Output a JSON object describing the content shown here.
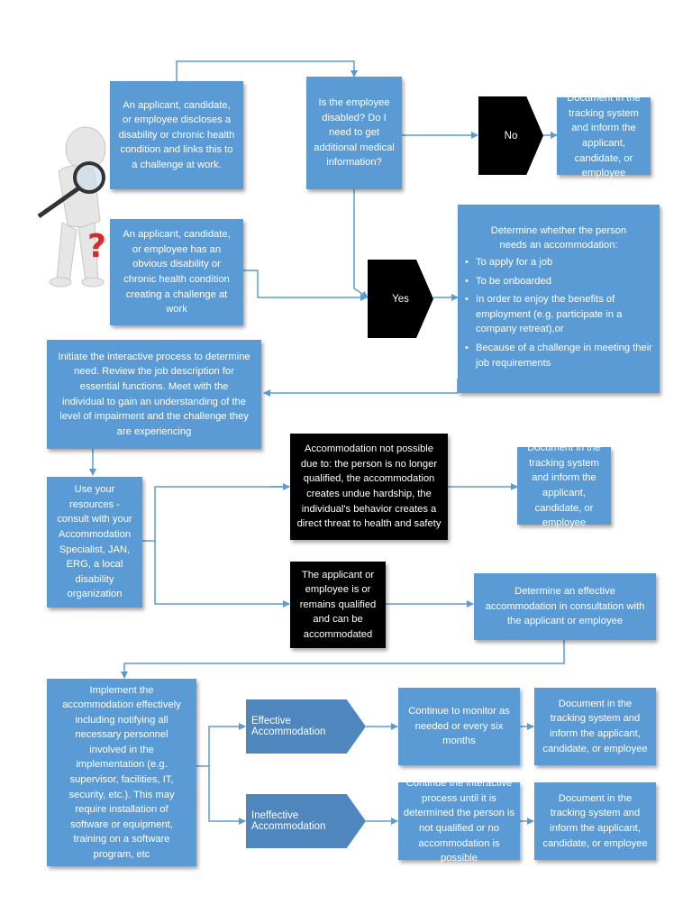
{
  "colors": {
    "box": "#5b9bd5",
    "line": "#5b9bd5",
    "dark": "#000000",
    "pentagon": "#4f86be",
    "question_mark": "#d92b2b"
  },
  "illustration": {
    "icon": "person-with-magnifying-glass-and-question-mark-icon"
  },
  "boxes": {
    "discloses": "An applicant, candidate, or employee discloses a disability or chronic health condition and links this to a challenge at work.",
    "obvious": "An applicant, candidate, or employee has an obvious disability or chronic health condition creating a challenge at work",
    "is_disabled": "Is the employee disabled? Do I need to get additional medical information?",
    "no": "No",
    "doc_no": "Document in the tracking system and inform the applicant, candidate, or employee",
    "yes": "Yes",
    "determine": {
      "heading": "Determine whether the person needs an accommodation:",
      "items": [
        "To apply for a job",
        "To be onboarded",
        "In order to enjoy the benefits of employment (e.g. participate in a company retreat),or",
        "Because of a challenge in meeting their job requirements"
      ]
    },
    "initiate": "Initiate the interactive process to determine need. Review the job description for essential functions. Meet with the individual to gain an understanding of the level of impairment and the challenge they are experiencing",
    "resources": "Use your resources - consult with your Accommodation Specialist, JAN, ERG, a local disability organization",
    "not_possible": "Accommodation not possible due to: the person is no longer qualified, the accommodation creates undue hardship, the individual's behavior creates a direct threat to health and safety",
    "doc_not_possible": "Document in the tracking system and inform the applicant, candidate, or employee",
    "qualified": "The applicant or employee is or remains qualified and can be accommodated",
    "effective_determine": "Determine an effective accommodation in consultation with the applicant or employee",
    "implement": "Implement the accommodation effectively including notifying all necessary personnel involved in the implementation (e.g. supervisor, facilities, IT, security, etc.). This may require installation of software or equipment, training on a software program, etc",
    "effective": "Effective Accommodation",
    "ineffective": "Ineffective Accommodation",
    "monitor": "Continue to monitor as needed or every six months",
    "continue": "Continue the interactive process until it is determined the person is not qualified or no accommodation is possible",
    "doc_effective": "Document in the tracking system and inform the applicant, candidate, or employee",
    "doc_ineffective": "Document in the tracking system and inform the applicant, candidate, or employee"
  }
}
